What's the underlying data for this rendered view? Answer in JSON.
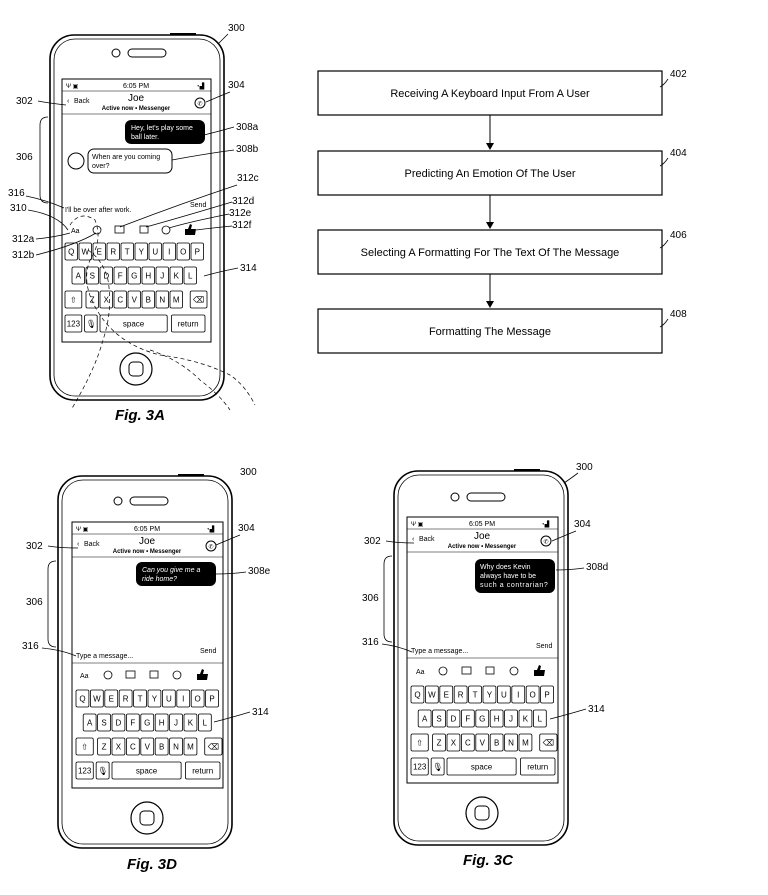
{
  "flowchart": {
    "steps": [
      {
        "ref": "402",
        "text": "Receiving A Keyboard Input From A User"
      },
      {
        "ref": "404",
        "text": "Predicting An Emotion Of The User"
      },
      {
        "ref": "406",
        "text": "Selecting A Formatting For The Text Of The Message"
      },
      {
        "ref": "408",
        "text": "Formatting The Message"
      }
    ]
  },
  "phone_common": {
    "time": "6:05 PM",
    "back_label": "Back",
    "contact_name": "Joe",
    "contact_status": "Active now • Messenger",
    "send_label": "Send",
    "aa_label": "Aa",
    "keyboard": {
      "row1": [
        "Q",
        "W",
        "E",
        "R",
        "T",
        "Y",
        "U",
        "I",
        "O",
        "P"
      ],
      "row2": [
        "A",
        "S",
        "D",
        "F",
        "G",
        "H",
        "J",
        "K",
        "L"
      ],
      "row3": [
        "Z",
        "X",
        "C",
        "V",
        "B",
        "N",
        "M"
      ],
      "num_key": "123",
      "space_key": "space",
      "return_key": "return"
    }
  },
  "fig3a": {
    "caption": "Fig. 3A",
    "ref_device": "300",
    "ref_call": "304",
    "ref_header": "302",
    "ref_thread": "306",
    "ref_input": "316",
    "ref_format": "310",
    "ref_aa": "312a",
    "ref_dollar": "312b",
    "ref_camera": "312c",
    "ref_image": "312d",
    "ref_emoji": "312e",
    "ref_like": "312f",
    "ref_keyboard": "314",
    "ref_msg_out": "308a",
    "ref_msg_in": "308b",
    "msg_out_line1": "Hey, let's play some",
    "msg_out_line2": "ball later.",
    "msg_in_line1": "When are you coming",
    "msg_in_line2": "over?",
    "input_text": "I'll be over after work."
  },
  "fig3d": {
    "caption": "Fig. 3D",
    "ref_device": "300",
    "ref_call": "304",
    "ref_header": "302",
    "ref_thread": "306",
    "ref_input": "316",
    "ref_keyboard": "314",
    "ref_msg": "308e",
    "msg_line1": "Can you give me a",
    "msg_line2": "ride home?",
    "input_placeholder": "Type a message..."
  },
  "fig3c": {
    "caption": "Fig. 3C",
    "ref_device": "300",
    "ref_call": "304",
    "ref_header": "302",
    "ref_thread": "306",
    "ref_input": "316",
    "ref_keyboard": "314",
    "ref_msg": "308d",
    "msg_line1": "Why does Kevin",
    "msg_line2": "always have to be",
    "msg_line3": "such a contrarian?",
    "input_placeholder": "Type a message..."
  }
}
